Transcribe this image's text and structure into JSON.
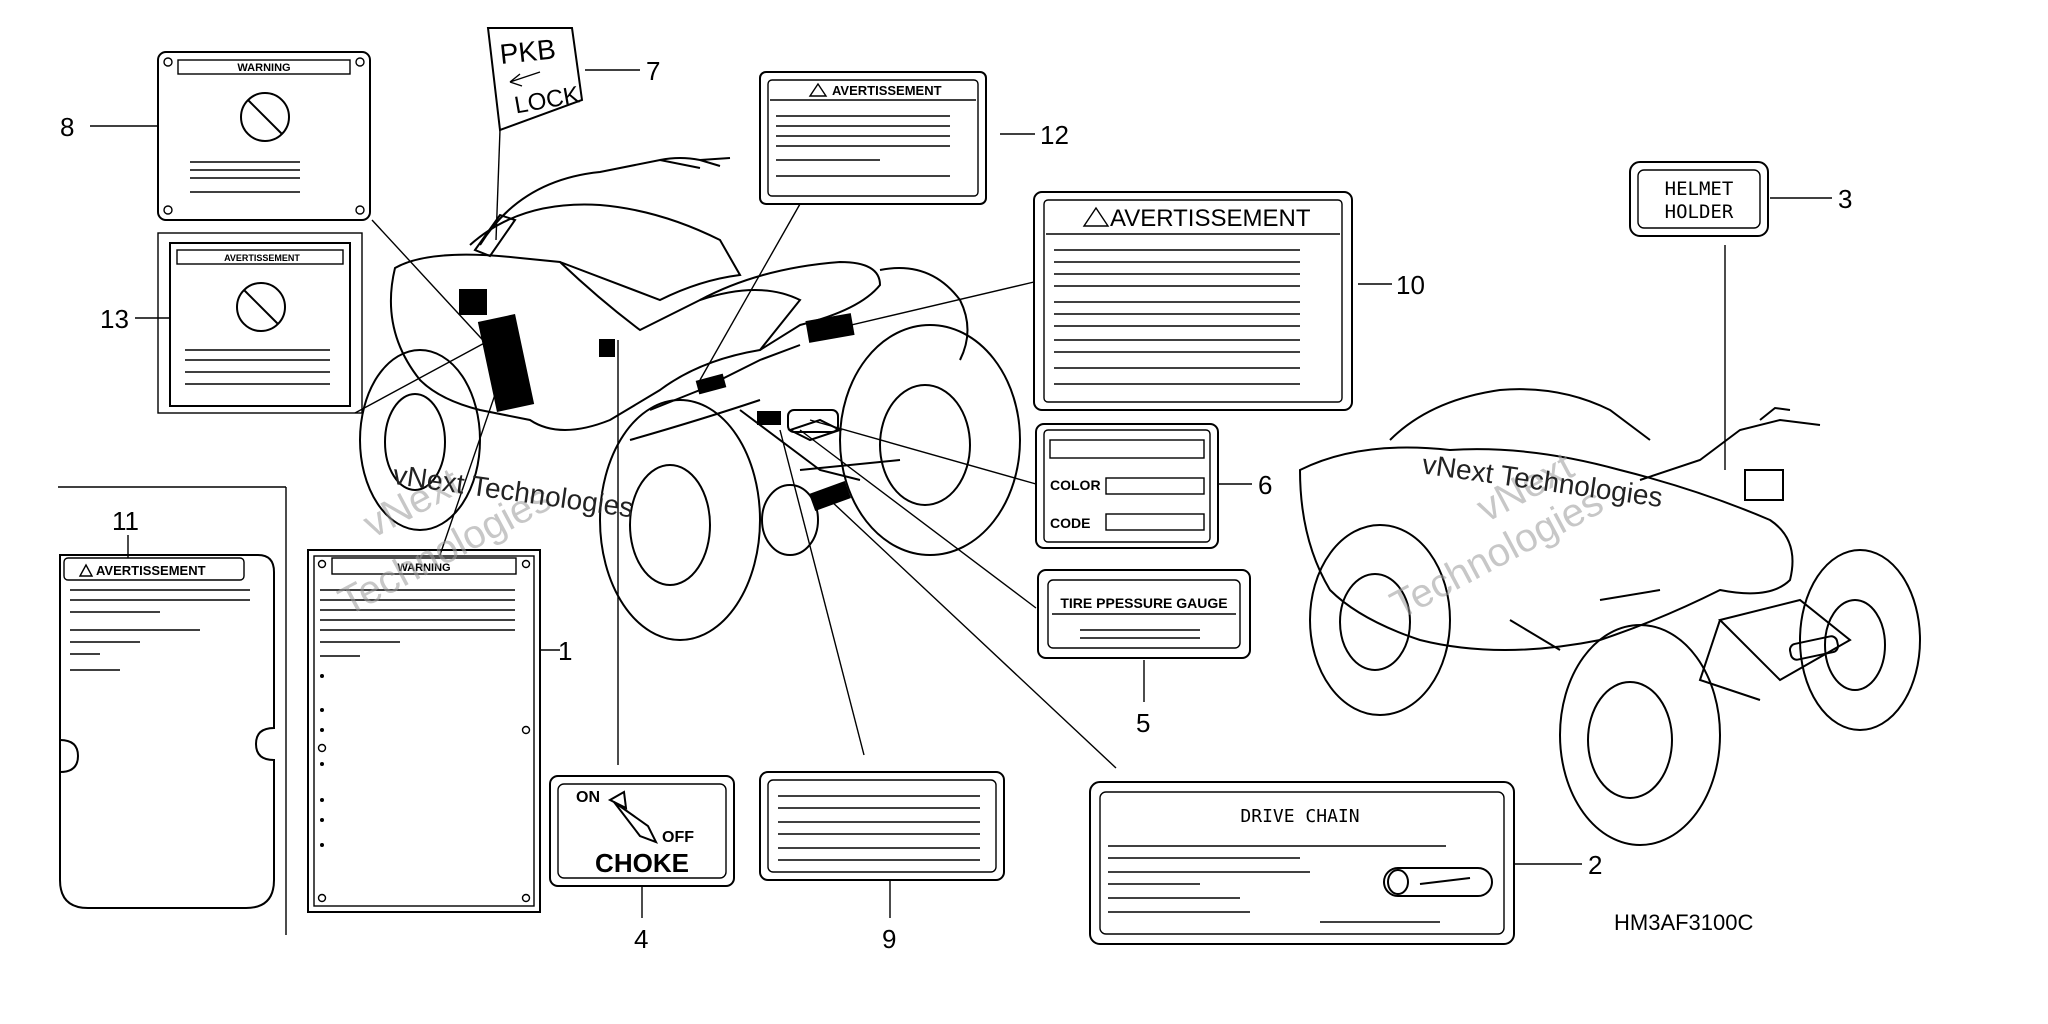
{
  "diagram_code": "HM3AF3100C",
  "watermark": {
    "line1": "vNext",
    "line2": "Technologies",
    "full": "vNext Technologies"
  },
  "callouts": [
    "1",
    "2",
    "3",
    "4",
    "5",
    "6",
    "7",
    "8",
    "9",
    "10",
    "11",
    "12",
    "13"
  ],
  "labels": {
    "warning_small": "WARNING",
    "warning_tall": "WARNING",
    "avertissement_12": "AVERTISSEMENT",
    "avertissement_13": "AVERTISSEMENT",
    "avertissement_10": "AVERTISSEMENT",
    "avertissement_11": "AVERTISSEMENT",
    "pkb": "PKB",
    "lock": "LOCK",
    "helmet": "HELMET",
    "holder": "HOLDER",
    "color": "COLOR",
    "code": "CODE",
    "tire_gauge": "TIRE PPESSURE GAUGE",
    "choke_on": "ON",
    "choke_off": "OFF",
    "choke": "CHOKE",
    "drive_chain": "DRIVE CHAIN"
  }
}
